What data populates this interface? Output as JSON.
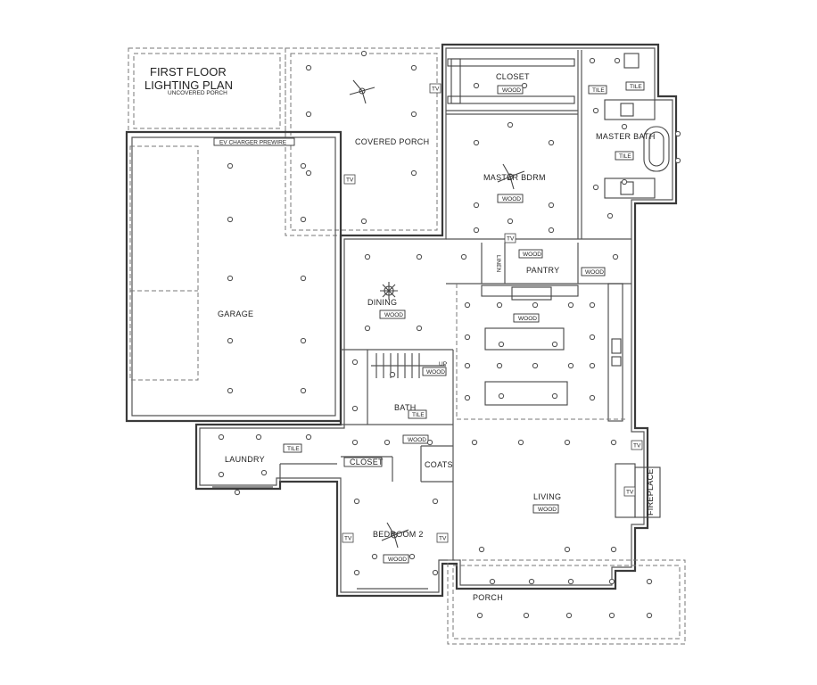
{
  "title": {
    "line1": "FIRST FLOOR",
    "line2": "LIGHTING PLAN"
  },
  "rooms": {
    "uncovered_porch": "UNCOVERED PORCH",
    "covered_porch": "COVERED PORCH",
    "closet_master": "CLOSET",
    "master_bath": "MASTER BATH",
    "master_bdrm": "MASTER BDRM",
    "ev_charger": "EV CHARGER PREWIRE",
    "garage": "GARAGE",
    "dining": "DINING",
    "pantry": "PANTRY",
    "linen": "LINEN",
    "bath": "BATH",
    "laundry": "LAUNDRY",
    "closet_bed2": "CLOSET",
    "coats": "COATS",
    "bedroom2": "BEDROOM 2",
    "living": "LIVING",
    "fireplace": "FIREPLACE",
    "porch": "PORCH",
    "up": "UP"
  },
  "tags": {
    "wood": "WOOD",
    "tile": "TILE",
    "tv": "TV"
  }
}
